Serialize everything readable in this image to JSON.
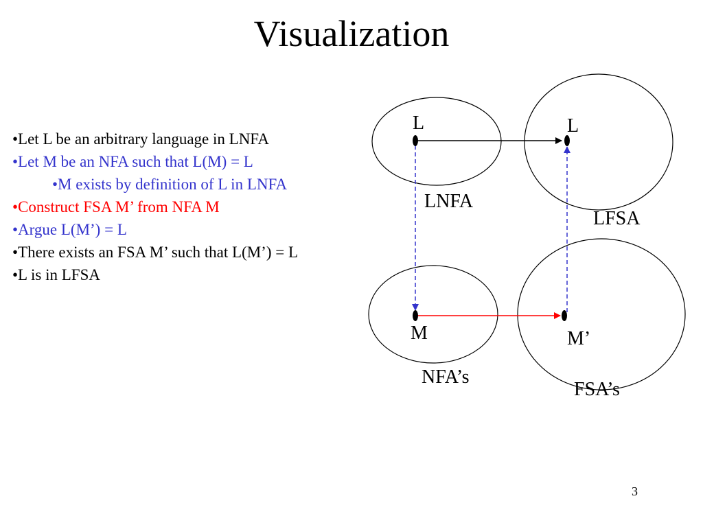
{
  "slide": {
    "title": "Visualization",
    "page_number": "3"
  },
  "bullets": [
    {
      "text": "•Let L be an arbitrary language in LNFA",
      "color": "#000000",
      "indent": false
    },
    {
      "text": "•Let M be an NFA such that L(M) = L",
      "color": "#3333cc",
      "indent": false
    },
    {
      "text": "•M exists by definition of L in LNFA",
      "color": "#3333cc",
      "indent": true
    },
    {
      "text": "•Construct FSA M’ from NFA M",
      "color": "#ff0000",
      "indent": false
    },
    {
      "text": "•Argue L(M’) = L",
      "color": "#3333cc",
      "indent": false
    },
    {
      "text": "•There exists an FSA M’ such that L(M’) = L",
      "color": "#000000",
      "indent": false
    },
    {
      "text": "•L is in LFSA",
      "color": "#000000",
      "indent": false
    }
  ],
  "diagram": {
    "labels": {
      "lnfa_point": "L",
      "lfsa_point": "L",
      "lnfa_set": "LNFA",
      "lfsa_set": "LFSA",
      "nfa_point": "M",
      "fsa_point": "M’",
      "nfa_set": "NFA’s",
      "fsa_set": "FSA’s"
    },
    "colors": {
      "black_arrow": "#000000",
      "red_arrow": "#ff0000",
      "blue_dashed": "#3333cc"
    }
  }
}
